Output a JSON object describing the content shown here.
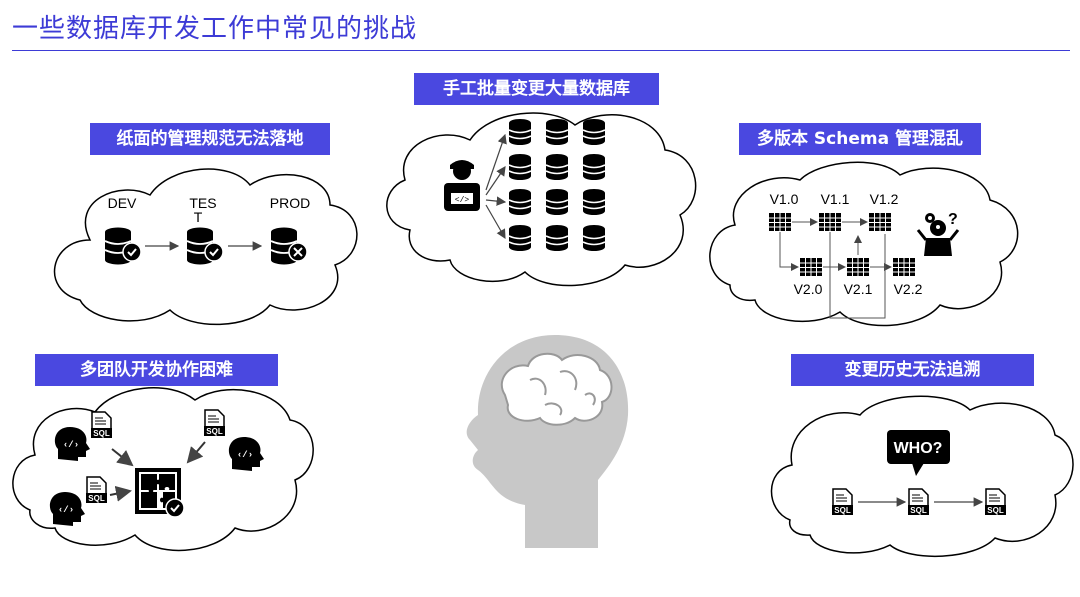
{
  "title": "一些数据库开发工作中常见的挑战",
  "challenges": {
    "paper_management": {
      "heading": "纸面的管理规范无法落地",
      "envs": [
        "DEV",
        "TES",
        "T",
        "PROD"
      ]
    },
    "bulk_changes": {
      "heading": "手工批量变更大量数据库"
    },
    "schema_versions": {
      "heading": "多版本 Schema 管理混乱",
      "versions_top": [
        "V1.0",
        "V1.1",
        "V1.2"
      ],
      "versions_bottom": [
        "V2.0",
        "V2.1",
        "V2.2"
      ]
    },
    "team_collab": {
      "heading": "多团队开发协作困难"
    },
    "history": {
      "heading": "变更历史无法追溯",
      "bubble": "WHO?"
    }
  },
  "file_label": "SQL",
  "colors": {
    "accent": "#4a48e0",
    "title": "#3d3bd6",
    "head": "#c8c8c8"
  }
}
